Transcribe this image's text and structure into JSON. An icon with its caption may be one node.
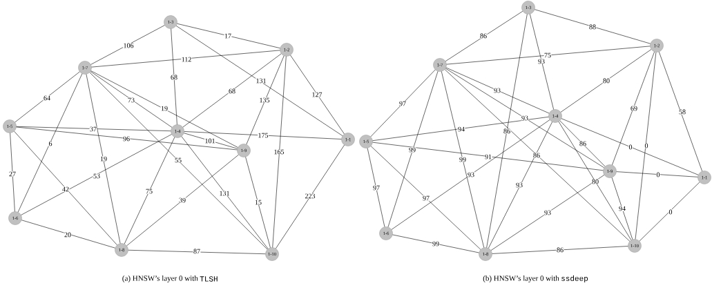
{
  "diagram": {
    "nodes": [
      {
        "text": [
          "1-3"
        ]
      },
      {
        "text": [
          "1-2"
        ]
      },
      {
        "text": [
          "1-7"
        ]
      },
      {
        "text": [
          "1-5"
        ]
      },
      {
        "text": [
          "1-4"
        ]
      },
      {
        "text": [
          "1-1"
        ]
      },
      {
        "text": [
          "1-9"
        ]
      },
      {
        "text": [
          "1-6"
        ]
      },
      {
        "text": [
          "1-8"
        ]
      },
      {
        "text": [
          "1-10"
        ]
      },
      {
        "text": [
          "1-3"
        ]
      },
      {
        "text": [
          "1-2"
        ]
      },
      {
        "text": [
          "1-7"
        ]
      },
      {
        "text": [
          "1-5"
        ]
      },
      {
        "text": [
          "1-4"
        ]
      },
      {
        "text": [
          "1-1"
        ]
      },
      {
        "text": [
          "1-9"
        ]
      },
      {
        "text": [
          "1-6"
        ]
      },
      {
        "text": [
          "1-8"
        ]
      },
      {
        "text": [
          "1-10"
        ]
      }
    ],
    "edges": [
      {
        "from": 0,
        "to": 2,
        "arrow": "none",
        "label": "106"
      },
      {
        "from": 0,
        "to": 1,
        "arrow": "none",
        "label": "17"
      },
      {
        "from": 0,
        "to": 4,
        "arrow": "none",
        "label": "68"
      },
      {
        "from": 0,
        "to": 5,
        "arrow": "none",
        "label": "131"
      },
      {
        "from": 2,
        "to": 1,
        "arrow": "none",
        "label": "112"
      },
      {
        "from": 2,
        "to": 3,
        "arrow": "none",
        "label": "64"
      },
      {
        "from": 2,
        "to": 7,
        "arrow": "none",
        "label": "6"
      },
      {
        "from": 2,
        "to": 8,
        "arrow": "none",
        "label": "19"
      },
      {
        "from": 2,
        "to": 4,
        "arrow": "none",
        "label": "73"
      },
      {
        "from": 2,
        "to": 6,
        "arrow": "none",
        "label": "19"
      },
      {
        "from": 2,
        "to": 9,
        "arrow": "none",
        "label": "55"
      },
      {
        "from": 3,
        "to": 4,
        "arrow": "none",
        "label": "37"
      },
      {
        "from": 3,
        "to": 6,
        "arrow": "none",
        "label": "96"
      },
      {
        "from": 3,
        "to": 7,
        "arrow": "none",
        "label": "27"
      },
      {
        "from": 3,
        "to": 8,
        "arrow": "none",
        "label": "42"
      },
      {
        "from": 4,
        "to": 7,
        "arrow": "none",
        "label": "53"
      },
      {
        "from": 4,
        "to": 8,
        "arrow": "none",
        "label": "75"
      },
      {
        "from": 4,
        "to": 1,
        "arrow": "none",
        "label": "68"
      },
      {
        "from": 4,
        "to": 5,
        "arrow": "none",
        "label": "175"
      },
      {
        "from": 4,
        "to": 6,
        "arrow": "none",
        "label": "101"
      },
      {
        "from": 4,
        "to": 9,
        "arrow": "none",
        "label": "131"
      },
      {
        "from": 1,
        "to": 6,
        "arrow": "none",
        "label": "135"
      },
      {
        "from": 1,
        "to": 9,
        "arrow": "none",
        "label": "165"
      },
      {
        "from": 1,
        "to": 5,
        "arrow": "none",
        "label": "127"
      },
      {
        "from": 6,
        "to": 8,
        "arrow": "none",
        "label": "39"
      },
      {
        "from": 6,
        "to": 9,
        "arrow": "none",
        "label": "15"
      },
      {
        "from": 5,
        "to": 9,
        "arrow": "none",
        "label": "223"
      },
      {
        "from": 7,
        "to": 8,
        "arrow": "none",
        "label": "20"
      },
      {
        "from": 8,
        "to": 9,
        "arrow": "none",
        "label": "87"
      },
      {
        "from": 10,
        "to": 12,
        "arrow": "none",
        "label": "86"
      },
      {
        "from": 10,
        "to": 11,
        "arrow": "none",
        "label": "88"
      },
      {
        "from": 10,
        "to": 14,
        "arrow": "none",
        "label": "93"
      },
      {
        "from": 10,
        "to": 18,
        "arrow": "none",
        "label": "86"
      },
      {
        "from": 12,
        "to": 11,
        "arrow": "none",
        "label": "75"
      },
      {
        "from": 12,
        "to": 13,
        "arrow": "none",
        "label": "97"
      },
      {
        "from": 12,
        "to": 17,
        "arrow": "none",
        "label": "99"
      },
      {
        "from": 12,
        "to": 18,
        "arrow": "none",
        "label": "99"
      },
      {
        "from": 12,
        "to": 14,
        "arrow": "none",
        "label": "93"
      },
      {
        "from": 12,
        "to": 16,
        "arrow": "none",
        "label": "93"
      },
      {
        "from": 12,
        "to": 19,
        "arrow": "none",
        "label": "86"
      },
      {
        "from": 13,
        "to": 14,
        "arrow": "none",
        "label": "94"
      },
      {
        "from": 13,
        "to": 16,
        "arrow": "none",
        "label": "91"
      },
      {
        "from": 13,
        "to": 17,
        "arrow": "none",
        "label": "97"
      },
      {
        "from": 13,
        "to": 18,
        "arrow": "none",
        "label": "97"
      },
      {
        "from": 14,
        "to": 17,
        "arrow": "none",
        "label": "93"
      },
      {
        "from": 14,
        "to": 18,
        "arrow": "none",
        "label": "93"
      },
      {
        "from": 14,
        "to": 11,
        "arrow": "none",
        "label": "80"
      },
      {
        "from": 14,
        "to": 15,
        "arrow": "none",
        "label": "0"
      },
      {
        "from": 14,
        "to": 16,
        "arrow": "none",
        "label": "86"
      },
      {
        "from": 14,
        "to": 19,
        "arrow": "none",
        "label": "80"
      },
      {
        "from": 11,
        "to": 16,
        "arrow": "none",
        "label": "69"
      },
      {
        "from": 11,
        "to": 19,
        "arrow": "none",
        "label": "0"
      },
      {
        "from": 11,
        "to": 15,
        "arrow": "none",
        "label": "58"
      },
      {
        "from": 16,
        "to": 15,
        "arrow": "none",
        "label": "0"
      },
      {
        "from": 16,
        "to": 19,
        "arrow": "none",
        "label": "94"
      },
      {
        "from": 16,
        "to": 18,
        "arrow": "none",
        "label": "93"
      },
      {
        "from": 15,
        "to": 19,
        "arrow": "none",
        "label": "0"
      },
      {
        "from": 17,
        "to": 18,
        "arrow": "none",
        "label": "99"
      },
      {
        "from": 18,
        "to": 19,
        "arrow": "none",
        "label": "86"
      }
    ],
    "labels": [
      "(a) HNSW’s layer 0 with",
      "TLSH",
      "(b) HNSW’s layer 0 with",
      "ssdeep"
    ]
  }
}
